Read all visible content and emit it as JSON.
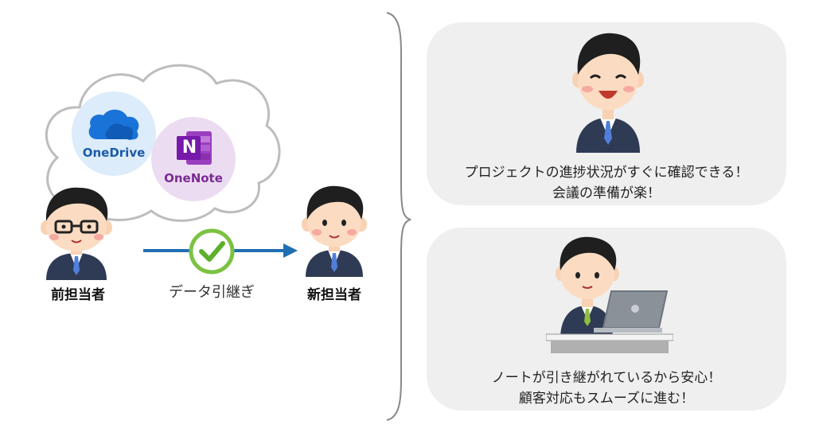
{
  "apps": {
    "onedrive": {
      "label": "OneDrive",
      "color": "#0f6cbd"
    },
    "onenote": {
      "label": "OneNote",
      "color": "#7719aa",
      "logo_letter": "N"
    }
  },
  "people": {
    "previous": {
      "label": "前担当者"
    },
    "new": {
      "label": "新担当者"
    }
  },
  "handover": {
    "label": "データ引継ぎ",
    "arrow_color": "#1f6fb2",
    "check_color": "#7cc242"
  },
  "benefits": [
    {
      "line1": "プロジェクトの進捗状況がすぐに確認できる！",
      "line2": "会議の準備が楽！"
    },
    {
      "line1": "ノートが引き継がれているから安心！",
      "line2": "顧客対応もスムーズに進む！"
    }
  ]
}
